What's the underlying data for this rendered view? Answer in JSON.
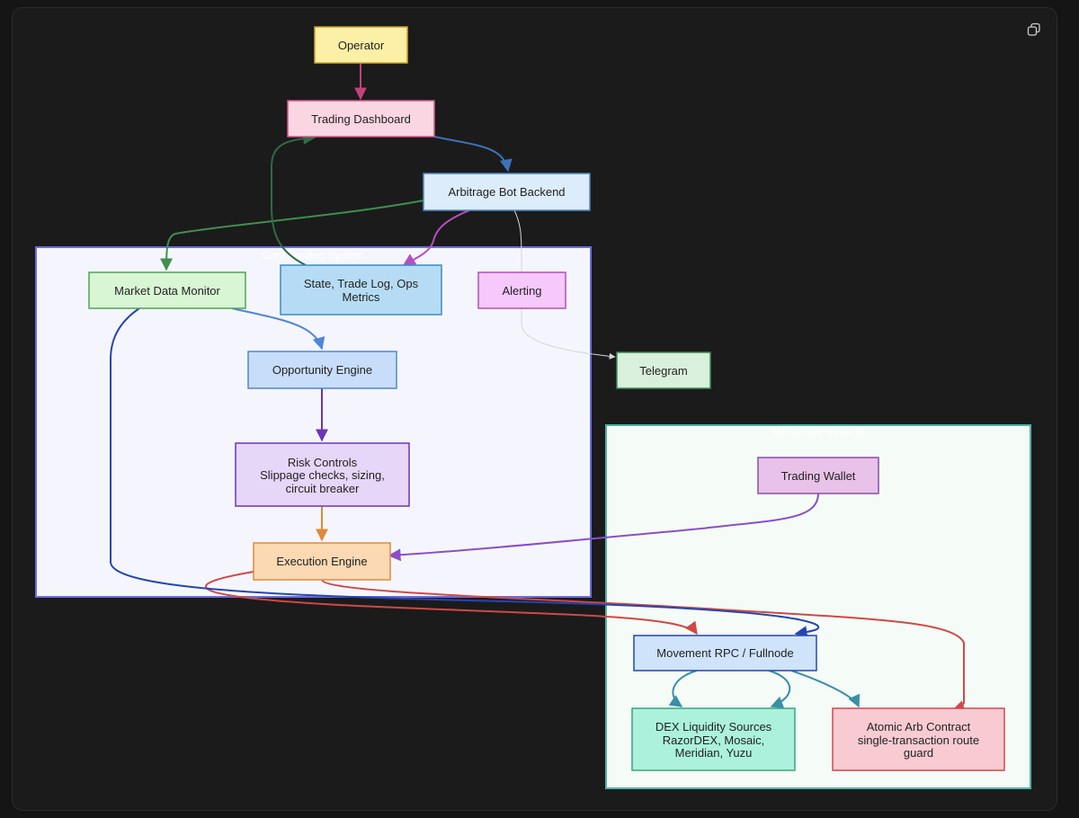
{
  "diagram": {
    "subgraphs": {
      "core": {
        "label": "Core Trading System"
      },
      "chain": {
        "label": "Movement Network"
      }
    },
    "nodes": {
      "operator": {
        "lines": [
          "Operator"
        ]
      },
      "dashboard": {
        "lines": [
          "Trading Dashboard"
        ]
      },
      "backend": {
        "lines": [
          "Arbitrage Bot Backend"
        ]
      },
      "market": {
        "lines": [
          "Market Data Monitor"
        ]
      },
      "state": {
        "lines": [
          "State, Trade Log, Ops",
          "Metrics"
        ]
      },
      "alerting": {
        "lines": [
          "Alerting"
        ]
      },
      "telegram": {
        "lines": [
          "Telegram"
        ]
      },
      "opportunity": {
        "lines": [
          "Opportunity Engine"
        ]
      },
      "risk": {
        "lines": [
          "Risk Controls",
          "Slippage checks, sizing,",
          "circuit breaker"
        ]
      },
      "execution": {
        "lines": [
          "Execution Engine"
        ]
      },
      "wallet": {
        "lines": [
          "Trading Wallet"
        ]
      },
      "rpc": {
        "lines": [
          "Movement RPC / Fullnode"
        ]
      },
      "dex": {
        "lines": [
          "DEX Liquidity Sources",
          "RazorDEX, Mosaic,",
          "Meridian, Yuzu"
        ]
      },
      "contract": {
        "lines": [
          "Atomic Arb Contract",
          "single-transaction route",
          "guard"
        ]
      }
    }
  },
  "toolbar": {
    "copy_icon": "copy-icon"
  },
  "colors": {
    "background": "#151515",
    "core_fill": "#f5f6fd",
    "core_stroke": "#6b6ee0",
    "chain_fill": "#f5fbf6",
    "chain_stroke": "#4fb3a5"
  }
}
